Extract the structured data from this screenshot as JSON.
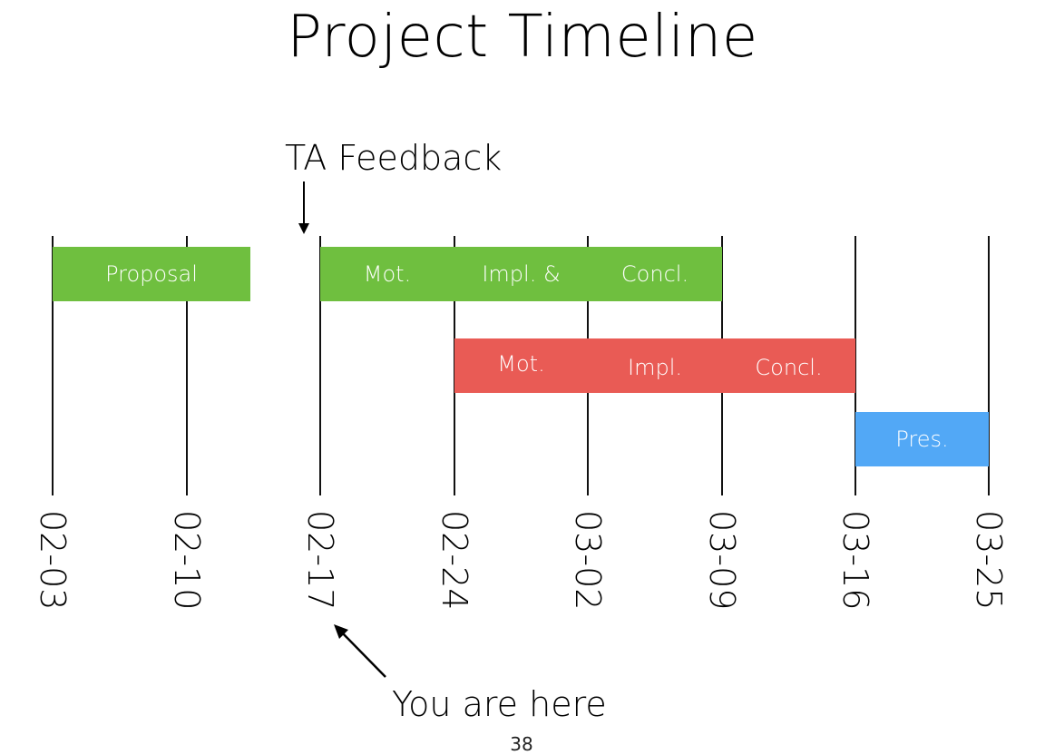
{
  "title": "Project Timeline",
  "ta_feedback_label": "TA Feedback",
  "you_are_here_label": "You are here",
  "slide_number": "38",
  "dates": [
    "02-03",
    "02-10",
    "02-17",
    "02-24",
    "03-02",
    "03-09",
    "03-16",
    "03-25"
  ],
  "colors": {
    "green": "#6fbf3f",
    "red": "#e95b55",
    "blue": "#52a8f6"
  },
  "tracks": [
    {
      "name": "green",
      "bars": [
        {
          "label": "Proposal",
          "start": "02-03",
          "end": "02-13"
        },
        {
          "label": "Mot.",
          "start": "02-17",
          "end": "02-24"
        },
        {
          "label": "Impl. &",
          "start": "02-24",
          "end": "03-02"
        },
        {
          "label": "Concl.",
          "start": "03-02",
          "end": "03-09"
        }
      ]
    },
    {
      "name": "red",
      "bars": [
        {
          "label": "Mot.",
          "start": "02-24",
          "end": "03-02"
        },
        {
          "label": "Impl.",
          "start": "03-02",
          "end": "03-09"
        },
        {
          "label": "Concl.",
          "start": "03-09",
          "end": "03-16"
        }
      ]
    },
    {
      "name": "blue",
      "bars": [
        {
          "label": "Pres.",
          "start": "03-16",
          "end": "03-25"
        }
      ]
    }
  ]
}
